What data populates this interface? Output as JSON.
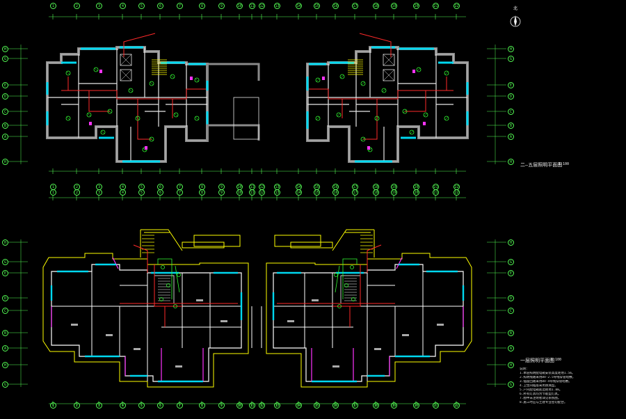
{
  "drawing": {
    "plan_upper_title": "二—五层照明平面图",
    "plan_upper_scale": "1:100",
    "plan_lower_title": "一层照明平面图",
    "plan_lower_scale": "1:100",
    "compass_label": "北",
    "grid_top_labels": [
      "1",
      "2",
      "3",
      "4",
      "5",
      "6",
      "7",
      "8",
      "9",
      "10",
      "11",
      "12",
      "13",
      "14",
      "15",
      "16",
      "17",
      "18",
      "19",
      "20",
      "21",
      "22",
      "23",
      "24"
    ],
    "grid_left_labels": [
      "H",
      "G",
      "E",
      "D",
      "C",
      "B",
      "A"
    ],
    "notes": [
      "说明：",
      "1.本层照明配电箱安装高度距地1.5m。",
      "2.照明线路采用BV-2.5导线穿管暗敷。",
      "3.插座回路采用BV-4导线穿管暗敷。",
      "4.卫生间插座采用防溅型。",
      "5.户内配电箱底边距地1.8m。",
      "6.所有灯具均为节能型灯具。",
      "7.图中未注明者详见系统图。",
      "8.施工时应与土建专业密切配合。"
    ]
  },
  "colors": {
    "wall_gray": "#8a8a8a",
    "wall_white": "#e8e8e8",
    "window_cyan": "#00d8f0",
    "wiring_red": "#ff2a2a",
    "fixture_green": "#33ff33",
    "room_white": "#ffffff",
    "accent_magenta": "#ff33ff",
    "balcony_yellow": "#ffff00",
    "dim_green": "#55ff55"
  }
}
